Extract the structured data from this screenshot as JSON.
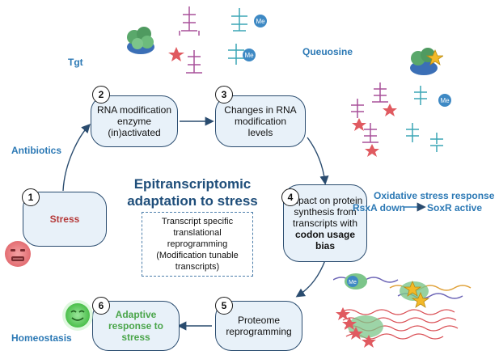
{
  "title": "Epitranscriptomic adaptation to stress",
  "steps": [
    {
      "number": "1",
      "text": "Stress"
    },
    {
      "number": "2",
      "text": "RNA modification enzyme (in)activated"
    },
    {
      "number": "3",
      "text": "Changes in RNA modification levels"
    },
    {
      "number": "4",
      "text_before": "Impact on protein synthesis from transcripts with",
      "text_bold": "codon usage bias"
    },
    {
      "number": "5",
      "text": "Proteome reprogramming"
    },
    {
      "number": "6",
      "text": "Adaptive response to stress"
    }
  ],
  "center_note": "Transcript specific translational reprogramming (Modification tunable transcripts)",
  "side_labels": {
    "tgt": "Tgt",
    "queuosine": "Queuosine",
    "antibiotics": "Antibiotics",
    "oxidative": "Oxidative stress response",
    "rsxa": "RsxA down",
    "soxr": "SoxR active",
    "homeostasis": "Homeostasis"
  },
  "methyl_label": "Me",
  "icons": {
    "sad_face": "stressed-face-icon",
    "happy_face": "happy-face-icon",
    "enzyme": "protein-enzyme-icon",
    "trna": "trna-icon",
    "ribosome": "ribosome-icon",
    "mrna": "mrna-strand-icon",
    "modification_star": "star-icon"
  },
  "colors": {
    "box_fill": "#e8f1f9",
    "box_border": "#2a4c6f",
    "label_blue": "#2c79b5",
    "title_blue": "#1f4e7a",
    "stress_red": "#b53a3a",
    "adaptive_green": "#4aa54a",
    "trna_pink": "#a8509a",
    "trna_teal": "#3ba6b5",
    "star_red": "#e05a60",
    "star_yellow": "#f3b928"
  }
}
